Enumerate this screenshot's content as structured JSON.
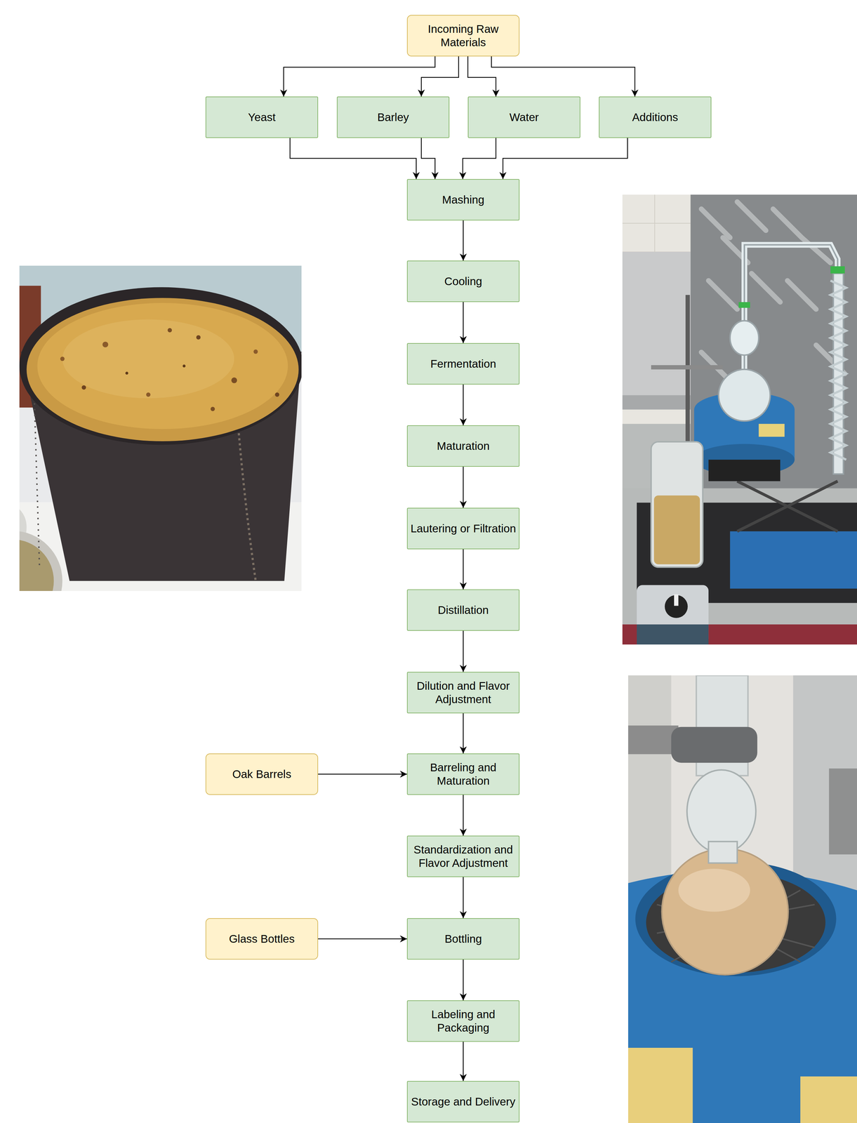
{
  "diagram": {
    "nodes": [
      {
        "text": [
          "Incoming Raw Materials"
        ]
      },
      {
        "text": [
          "Yeast"
        ]
      },
      {
        "text": [
          "Barley"
        ]
      },
      {
        "text": [
          "Water"
        ]
      },
      {
        "text": [
          "Additions"
        ]
      },
      {
        "text": [
          "Mashing"
        ]
      },
      {
        "text": [
          "Cooling"
        ]
      },
      {
        "text": [
          "Fermentation"
        ]
      },
      {
        "text": [
          "Maturation"
        ]
      },
      {
        "text": [
          "Lautering or Filtration"
        ]
      },
      {
        "text": [
          "Distillation"
        ]
      },
      {
        "text": [
          "Dilution and Flavor Adjustment"
        ]
      },
      {
        "text": [
          "Oak Barrels"
        ]
      },
      {
        "text": [
          "Barreling and Maturation"
        ]
      },
      {
        "text": [
          "Standardization and Flavor Adjustment"
        ]
      },
      {
        "text": [
          "Glass Bottles"
        ]
      },
      {
        "text": [
          "Bottling"
        ]
      },
      {
        "text": [
          "Labeling and Packaging"
        ]
      },
      {
        "text": [
          "Storage and Delivery"
        ]
      }
    ],
    "edges": [
      {
        "from": 0,
        "to": 1,
        "arrow": "to"
      },
      {
        "from": 0,
        "to": 2,
        "arrow": "to"
      },
      {
        "from": 0,
        "to": 3,
        "arrow": "to"
      },
      {
        "from": 0,
        "to": 4,
        "arrow": "to"
      },
      {
        "from": 1,
        "to": 5,
        "arrow": "to"
      },
      {
        "from": 2,
        "to": 5,
        "arrow": "to"
      },
      {
        "from": 3,
        "to": 5,
        "arrow": "to"
      },
      {
        "from": 4,
        "to": 5,
        "arrow": "to"
      },
      {
        "from": 5,
        "to": 6,
        "arrow": "to"
      },
      {
        "from": 6,
        "to": 7,
        "arrow": "to"
      },
      {
        "from": 7,
        "to": 8,
        "arrow": "to"
      },
      {
        "from": 8,
        "to": 9,
        "arrow": "to"
      },
      {
        "from": 9,
        "to": 10,
        "arrow": "to"
      },
      {
        "from": 10,
        "to": 11,
        "arrow": "to"
      },
      {
        "from": 11,
        "to": 13,
        "arrow": "to"
      },
      {
        "from": 12,
        "to": 13,
        "arrow": "to"
      },
      {
        "from": 13,
        "to": 14,
        "arrow": "to"
      },
      {
        "from": 14,
        "to": 16,
        "arrow": "to"
      },
      {
        "from": 15,
        "to": 16,
        "arrow": "to"
      },
      {
        "from": 16,
        "to": 17,
        "arrow": "to"
      },
      {
        "from": 17,
        "to": 18,
        "arrow": "to"
      }
    ]
  }
}
